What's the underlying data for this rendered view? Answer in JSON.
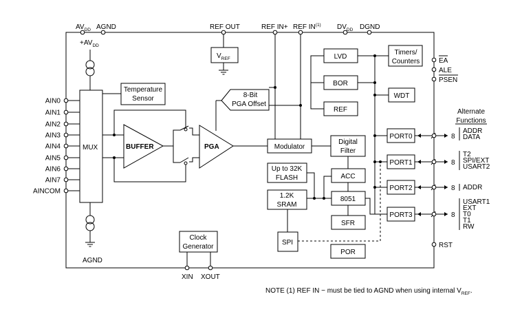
{
  "labels": {
    "av_prefix": "AV",
    "av_sub": "DD",
    "agnd_top": "AGND",
    "ref_out": "REF OUT",
    "ref_in_plus": "REF IN+",
    "ref_in_minus": "REF IN",
    "ref_in_note_mark": "(1)",
    "dv_prefix": "DV",
    "dv_sub": "DD",
    "dgnd": "DGND",
    "plus_av_prefix": "+AV",
    "plus_av_sub": "DD",
    "vref_prefix": "V",
    "vref_sub": "REF",
    "agnd_bottom": "AGND",
    "xin": "XIN",
    "xout": "XOUT",
    "ea": "EA",
    "ale": "ALE",
    "psen": "PSEN",
    "rst": "RST",
    "alternate_line1": "Alternate",
    "alternate_line2": "Functions"
  },
  "analog_inputs": [
    "AIN0",
    "AIN1",
    "AIN2",
    "AIN3",
    "AIN4",
    "AIN5",
    "AIN6",
    "AIN7",
    "AINCOM"
  ],
  "blocks": {
    "mux": "MUX",
    "temp_sensor_l1": "Temperature",
    "temp_sensor_l2": "Sensor",
    "buffer": "BUFFER",
    "pga": "PGA",
    "pga_offset_l1": "8-Bit",
    "pga_offset_l2": "PGA Offset",
    "modulator": "Modulator",
    "digital_filter_l1": "Digital",
    "digital_filter_l2": "Filter",
    "lvd": "LVD",
    "bor": "BOR",
    "ref": "REF",
    "timers_l1": "Timers/",
    "timers_l2": "Counters",
    "wdt": "WDT",
    "flash_l1": "Up to 32K",
    "flash_l2": "FLASH",
    "acc": "ACC",
    "sram_l1": "1.2K",
    "sram_l2": "SRAM",
    "cpu": "8051",
    "sfr": "SFR",
    "port0": "PORT0",
    "port1": "PORT1",
    "port2": "PORT2",
    "port3": "PORT3",
    "spi": "SPI",
    "por": "POR",
    "clock_l1": "Clock",
    "clock_l2": "Generator"
  },
  "port_widths": [
    "8",
    "8",
    "8",
    "8"
  ],
  "port_functions": {
    "port0": [
      "ADDR",
      "DATA"
    ],
    "port1": [
      "T2",
      "SPI/EXT",
      "USART2"
    ],
    "port2": [
      "ADDR"
    ],
    "port3": [
      "USART1",
      "EXT",
      "T0",
      "T1",
      "RW"
    ]
  },
  "note": {
    "text": "NOTE (1) REF IN − must be tied to AGND when using internal V",
    "sub": "REF",
    "end": "."
  }
}
